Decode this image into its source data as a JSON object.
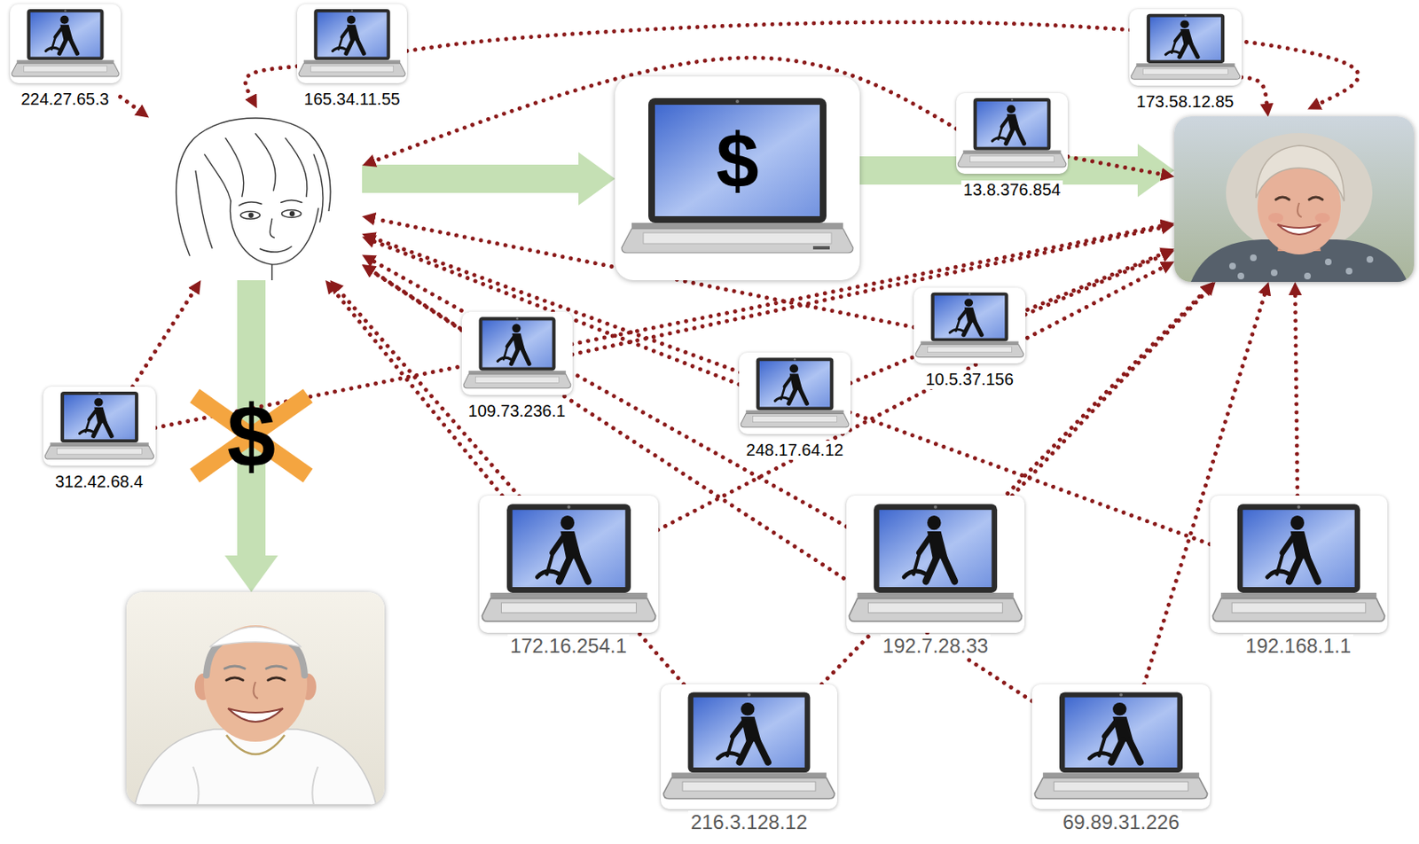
{
  "diagram": {
    "nodes": [
      {
        "text": [
          "224.27.65.3"
        ]
      },
      {
        "text": [
          "165.34.11.55"
        ]
      },
      {
        "text": [
          "173.58.12.85"
        ]
      },
      {
        "text": []
      },
      {
        "text": [
          "$"
        ]
      },
      {
        "text": [
          "13.8.376.854"
        ]
      },
      {
        "text": []
      },
      {
        "text": [
          "10.5.37.156"
        ]
      },
      {
        "text": [
          "109.73.236.1"
        ]
      },
      {
        "text": [
          "312.42.68.4"
        ]
      },
      {
        "text": [
          "248.17.64.12"
        ]
      },
      {
        "text": [
          "172.16.254.1"
        ]
      },
      {
        "text": [
          "192.7.28.33"
        ]
      },
      {
        "text": [
          "192.168.1.1"
        ]
      },
      {
        "text": []
      },
      {
        "text": [
          "216.3.128.12"
        ]
      },
      {
        "text": [
          "69.89.31.226"
        ]
      }
    ],
    "edges": [
      {
        "from": 3,
        "to": 4,
        "arrow": "to"
      },
      {
        "from": 4,
        "to": 6,
        "arrow": "to"
      },
      {
        "from": 3,
        "to": 14,
        "label": "$",
        "arrow": "to"
      },
      {
        "from": 0,
        "to": 3,
        "arrow": "to"
      },
      {
        "from": 1,
        "to": 3,
        "arrow": "to"
      },
      {
        "from": 1,
        "to": 6,
        "arrow": "to"
      },
      {
        "from": 2,
        "to": 6,
        "arrow": "to"
      },
      {
        "from": 5,
        "to": 6,
        "arrow": "to"
      },
      {
        "from": 5,
        "to": 3,
        "arrow": "to"
      },
      {
        "from": 7,
        "to": 3,
        "arrow": "to"
      },
      {
        "from": 7,
        "to": 6,
        "arrow": "to"
      },
      {
        "from": 8,
        "to": 3,
        "arrow": "to"
      },
      {
        "from": 8,
        "to": 6,
        "arrow": "to"
      },
      {
        "from": 9,
        "to": 3,
        "arrow": "to"
      },
      {
        "from": 9,
        "to": 6,
        "arrow": "to"
      },
      {
        "from": 10,
        "to": 3,
        "arrow": "to"
      },
      {
        "from": 10,
        "to": 6,
        "arrow": "to"
      },
      {
        "from": 11,
        "to": 3,
        "arrow": "to"
      },
      {
        "from": 11,
        "to": 6,
        "arrow": "to"
      },
      {
        "from": 12,
        "to": 3,
        "arrow": "to"
      },
      {
        "from": 12,
        "to": 6,
        "arrow": "to"
      },
      {
        "from": 13,
        "to": 3,
        "arrow": "to"
      },
      {
        "from": 13,
        "to": 6,
        "arrow": "to"
      },
      {
        "from": 15,
        "to": 3,
        "arrow": "to"
      },
      {
        "from": 15,
        "to": 6,
        "arrow": "to"
      },
      {
        "from": 16,
        "to": 3,
        "arrow": "to"
      },
      {
        "from": 16,
        "to": 6,
        "arrow": "to"
      }
    ]
  }
}
